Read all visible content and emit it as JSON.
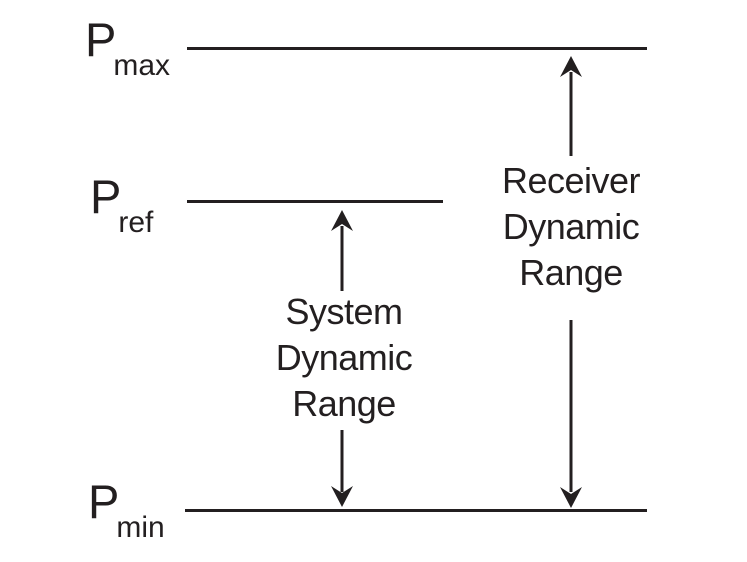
{
  "colors": {
    "ink": "#231f20",
    "background": "#ffffff"
  },
  "levels": {
    "pmax": {
      "symbol": "P",
      "subscript": "max"
    },
    "pref": {
      "symbol": "P",
      "subscript": "ref"
    },
    "pmin": {
      "symbol": "P",
      "subscript": "min"
    }
  },
  "ranges": {
    "system": {
      "line1": "System",
      "line2": "Dynamic",
      "line3": "Range"
    },
    "receiver": {
      "line1": "Receiver",
      "line2": "Dynamic",
      "line3": "Range"
    }
  }
}
